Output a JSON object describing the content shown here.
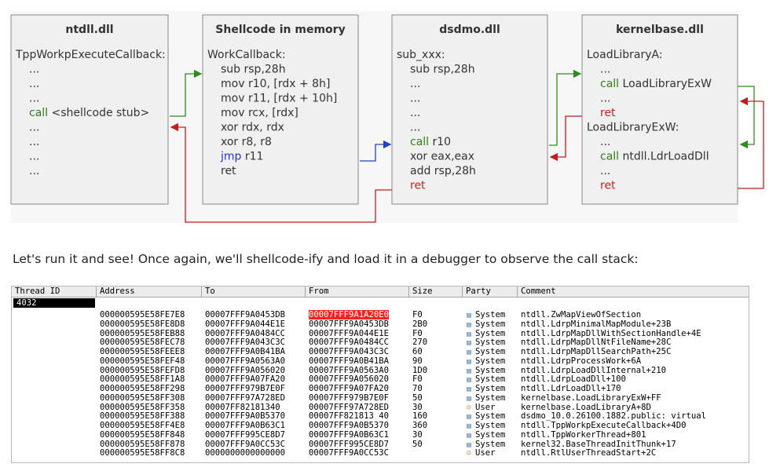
{
  "diagram": {
    "boxes": [
      {
        "title": "ntdll.dll",
        "lines": [
          {
            "type": "plain",
            "text": "TppWorkpExecuteCallback:"
          },
          {
            "type": "plain",
            "text": "..."
          },
          {
            "type": "plain",
            "text": "..."
          },
          {
            "type": "plain",
            "text": "..."
          },
          {
            "type": "call",
            "kw": "call",
            "text": " <shellcode stub>"
          },
          {
            "type": "plain",
            "text": "..."
          },
          {
            "type": "plain",
            "text": "..."
          },
          {
            "type": "plain",
            "text": "..."
          },
          {
            "type": "plain",
            "text": "..."
          }
        ]
      },
      {
        "title": "Shellcode in memory",
        "lines": [
          {
            "type": "plain",
            "text": "WorkCallback:"
          },
          {
            "type": "plain",
            "text": "sub rsp,28h"
          },
          {
            "type": "plain",
            "text": "mov r10, [rdx + 8h]"
          },
          {
            "type": "plain",
            "text": "mov r11, [rdx + 10h]"
          },
          {
            "type": "plain",
            "text": "mov rcx, [rdx]"
          },
          {
            "type": "plain",
            "text": "xor rdx, rdx"
          },
          {
            "type": "plain",
            "text": "xor r8, r8"
          },
          {
            "type": "jmp",
            "kw": "jmp",
            "text": " r11"
          },
          {
            "type": "plain",
            "text": "ret"
          }
        ]
      },
      {
        "title": "dsdmo.dll",
        "lines": [
          {
            "type": "plain",
            "text": "sub_xxx:"
          },
          {
            "type": "plain",
            "text": "sub rsp,28h"
          },
          {
            "type": "plain",
            "text": "..."
          },
          {
            "type": "plain",
            "text": "..."
          },
          {
            "type": "plain",
            "text": "..."
          },
          {
            "type": "plain",
            "text": "..."
          },
          {
            "type": "call",
            "kw": "call",
            "text": " r10"
          },
          {
            "type": "plain",
            "text": "xor eax,eax"
          },
          {
            "type": "plain",
            "text": "add rsp,28h"
          },
          {
            "type": "ret",
            "kw": "ret",
            "text": ""
          }
        ]
      },
      {
        "title": "kernelbase.dll",
        "lines": [
          {
            "type": "plain",
            "text": "LoadLibraryA:"
          },
          {
            "type": "plain",
            "text": "..."
          },
          {
            "type": "call",
            "kw": "call",
            "text": " LoadLibraryExW"
          },
          {
            "type": "plain",
            "text": "..."
          },
          {
            "type": "ret",
            "kw": "ret",
            "text": ""
          },
          {
            "type": "plain",
            "text": "LoadLibraryExW:"
          },
          {
            "type": "plain",
            "text": "..."
          },
          {
            "type": "call",
            "kw": "call",
            "text": " ntdll.LdrLoadDll"
          },
          {
            "type": "plain",
            "text": "..."
          },
          {
            "type": "ret",
            "kw": "ret",
            "text": ""
          }
        ]
      }
    ]
  },
  "intro_text": "Let's run it and see! Once again, we'll shellcode-ify and load it in a debugger to observe the call stack:",
  "debugger": {
    "headers": [
      "Thread ID",
      "Address",
      "To",
      "From",
      "Size",
      "Party",
      "Comment"
    ],
    "thread_id": "4032",
    "rows": [
      [
        "000000595E58FE7E8",
        "00007FFF9A0453DB",
        "00007FFF9A1A20E0",
        "F0",
        "System",
        "ntdll.ZwMapViewOfSection"
      ],
      [
        "000000595E58FE8D8",
        "00007FFF9A044E1E",
        "00007FFF9A0453DB",
        "2B0",
        "System",
        "ntdll.LdrpMinimalMapModule+23B"
      ],
      [
        "000000595E58FEB88",
        "00007FFF9A0484CC",
        "00007FFF9A044E1E",
        "F0",
        "System",
        "ntdll.LdrpMapDllWithSectionHandle+4E"
      ],
      [
        "000000595E58FEC78",
        "00007FFF9A043C3C",
        "00007FFF9A0484CC",
        "270",
        "System",
        "ntdll.LdrpMapDllNtFileName+28C"
      ],
      [
        "000000595E58FEEE8",
        "00007FFF9A0B41BA",
        "00007FFF9A043C3C",
        "60",
        "System",
        "ntdll.LdrpMapDllSearchPath+25C"
      ],
      [
        "000000595E58FEF48",
        "00007FFF9A0563A0",
        "00007FFF9A0B41BA",
        "90",
        "System",
        "ntdll.LdrpProcessWork+6A"
      ],
      [
        "000000595E58FEFD8",
        "00007FFF9A056020",
        "00007FFF9A0563A0",
        "1D0",
        "System",
        "ntdll.LdrpLoadDllInternal+210"
      ],
      [
        "000000595E58FF1A8",
        "00007FFF9A07FA20",
        "00007FFF9A056020",
        "F0",
        "System",
        "ntdll.LdrpLoadDll+100"
      ],
      [
        "000000595E58FF298",
        "00007FFF979B7E0F",
        "00007FFF9A07FA20",
        "70",
        "System",
        "ntdll.LdrLoadDll+170"
      ],
      [
        "000000595E58FF308",
        "00007FFF97A728ED",
        "00007FFF979B7E0F",
        "50",
        "System",
        "kernelbase.LoadLibraryExW+FF"
      ],
      [
        "000000595E58FF358",
        "00007FF82181340",
        "00007FFF97A728ED",
        "30",
        "User",
        "kernelbase.LoadLibraryA+8D"
      ],
      [
        "000000595E58FF388",
        "00007FFF9A0B5370",
        "00007FF821813 40",
        "160",
        "System",
        "dsdmo_10.0.26100.1882.public: virtual"
      ],
      [
        "000000595E58FF4E8",
        "00007FFF9A0B63C1",
        "00007FFF9A0B5370",
        "360",
        "System",
        "ntdll.TppWorkpExecuteCallback+4D0"
      ],
      [
        "000000595E58FF848",
        "00007FFF995CE8D7",
        "00007FFF9A0B63C1",
        "30",
        "System",
        "ntdll.TppWorkerThread+801"
      ],
      [
        "000000595E58FF878",
        "00007FFF9A0CC53C",
        "00007FFF995CE8D7",
        "50",
        "System",
        "kernel32.BaseThreadInitThunk+17"
      ],
      [
        "000000595E58FF8C8",
        "0000000000000000",
        "00007FFF9A0CC53C",
        "",
        "User",
        "ntdll.RtlUserThreadStart+2C"
      ]
    ]
  }
}
